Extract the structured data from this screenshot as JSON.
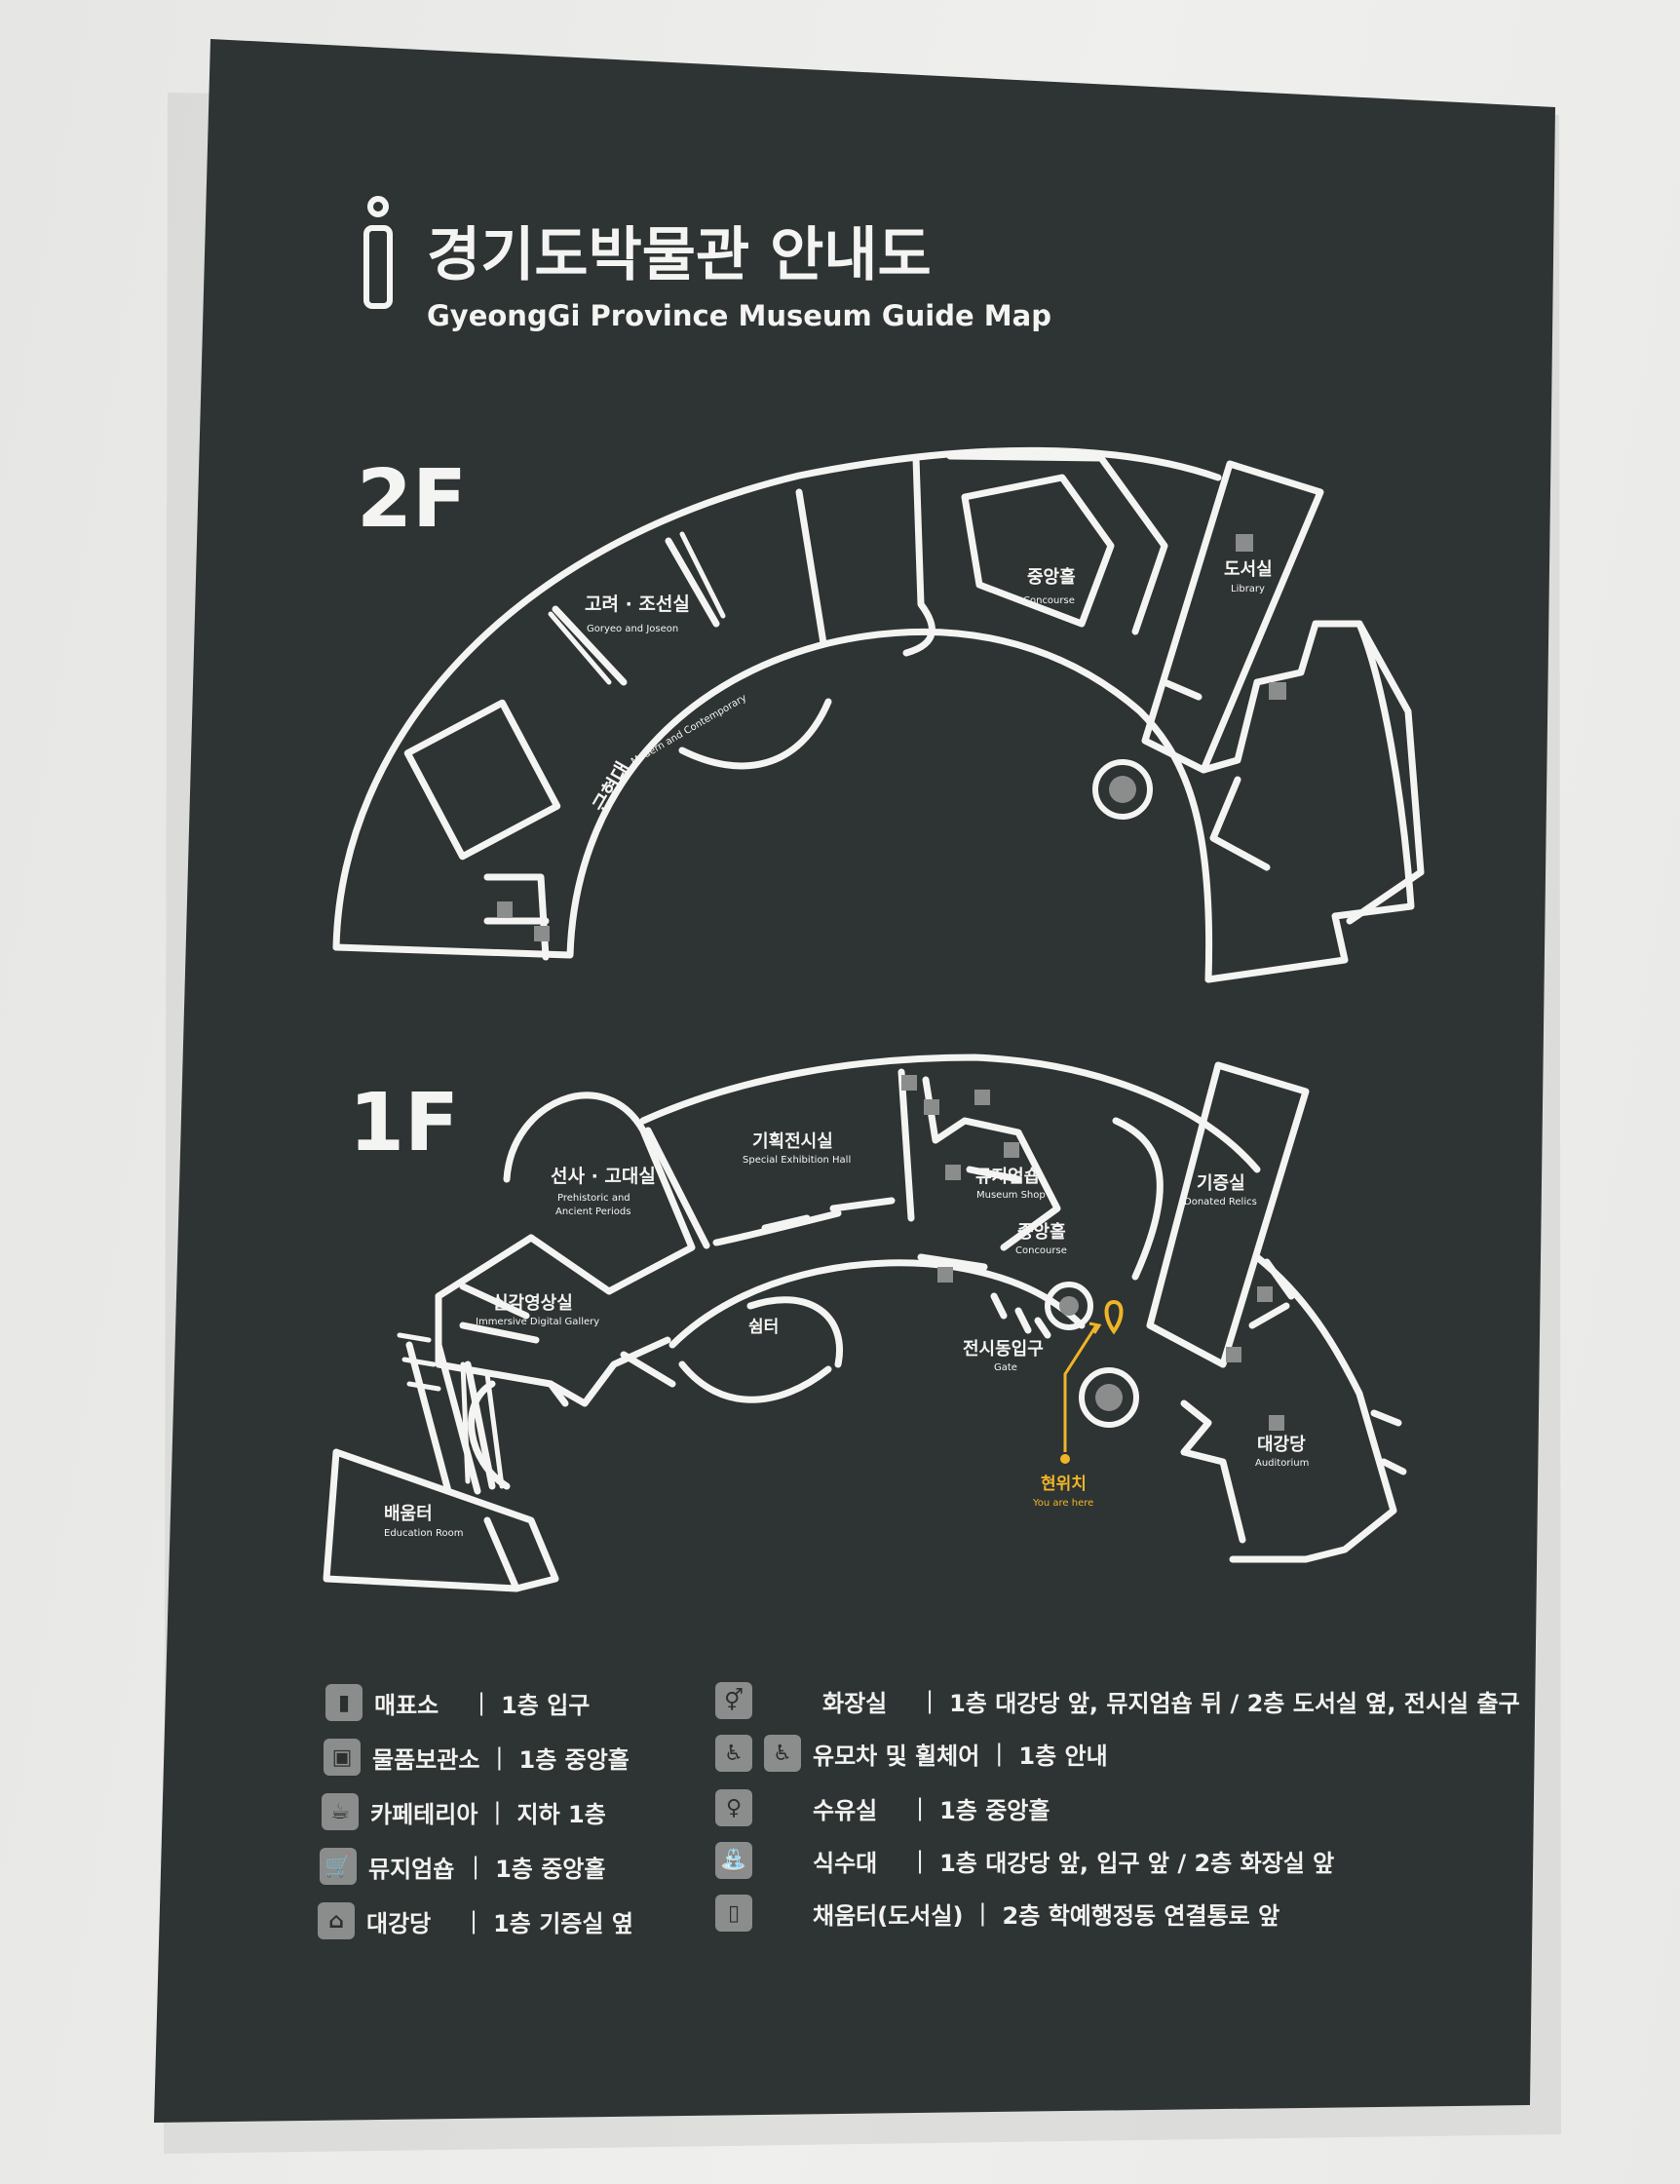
{
  "header": {
    "title_ko": "경기도박물관 안내도",
    "title_en": "GyeongGi Province Museum Guide Map",
    "info_icon": "info-icon"
  },
  "floors": {
    "second": {
      "label": "2F",
      "rooms": {
        "goryeo": {
          "ko": "고려 · 조선실",
          "en": "Goryeo and Joseon"
        },
        "modern": {
          "ko": "근현대",
          "en": "Modern and Contemporary"
        },
        "concourse": {
          "ko": "중앙홀",
          "en": "Concourse"
        },
        "library": {
          "ko": "도서실",
          "en": "Library"
        }
      }
    },
    "first": {
      "label": "1F",
      "rooms": {
        "prehistoric": {
          "ko": "선사 · 고대실",
          "en1": "Prehistoric and",
          "en2": "Ancient Periods"
        },
        "special": {
          "ko": "기획전시실",
          "en": "Special Exhibition Hall"
        },
        "shop": {
          "ko": "뮤지엄숍",
          "en": "Museum Shop"
        },
        "concourse": {
          "ko": "중앙홀",
          "en": "Concourse"
        },
        "donated": {
          "ko": "기증실",
          "en": "Donated Relics"
        },
        "immersive": {
          "ko": "실감영상실",
          "en": "Immersive Digital Gallery"
        },
        "rest": {
          "ko": "쉼터"
        },
        "gate": {
          "ko": "전시동입구",
          "en": "Gate"
        },
        "education": {
          "ko": "배움터",
          "en": "Education Room"
        },
        "auditorium": {
          "ko": "대강당",
          "en": "Auditorium"
        }
      },
      "you_are_here": {
        "ko": "현위치",
        "en": "You are here",
        "color": "#f0b429"
      }
    }
  },
  "legend": {
    "left": [
      {
        "icon": "ticket-icon",
        "name": "매표소",
        "location": "1층 입구"
      },
      {
        "icon": "locker-icon",
        "name": "물품보관소",
        "location": "1층 중앙홀"
      },
      {
        "icon": "coffee-icon",
        "name": "카페테리아",
        "location": "지하 1층"
      },
      {
        "icon": "cart-icon",
        "name": "뮤지엄숍",
        "location": "1층 중앙홀"
      },
      {
        "icon": "auditorium-icon",
        "name": "대강당",
        "location": "1층 기증실 옆"
      }
    ],
    "right": [
      {
        "icon": "restroom-icon",
        "name": "화장실",
        "location": "1층 대강당 앞, 뮤지엄숍 뒤 / 2층 도서실 옆, 전시실 출구"
      },
      {
        "icon": "stroller-wheelchair-icon",
        "name": "유모차 및 휠체어",
        "location": "1층 안내"
      },
      {
        "icon": "nursing-icon",
        "name": "수유실",
        "location": "1층 중앙홀"
      },
      {
        "icon": "water-fountain-icon",
        "name": "식수대",
        "location": "1층 대강당 앞, 입구 앞 / 2층 화장실 앞"
      },
      {
        "icon": "reading-room-icon",
        "name": "채움터(도서실)",
        "location": "2층 학예행정동 연결통로 앞"
      }
    ]
  },
  "colors": {
    "board": "#2e3433",
    "line": "#f4f4f2",
    "accent": "#f0b429",
    "icon_bg": "#8a8d8c"
  }
}
